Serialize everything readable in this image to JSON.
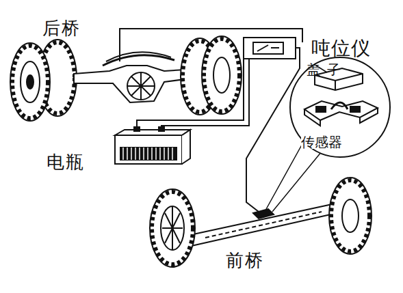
{
  "diagram": {
    "labels": [
      "后桥",
      "吨位仪",
      "盖子",
      "传感器",
      "电瓶",
      "前桥"
    ]
  }
}
